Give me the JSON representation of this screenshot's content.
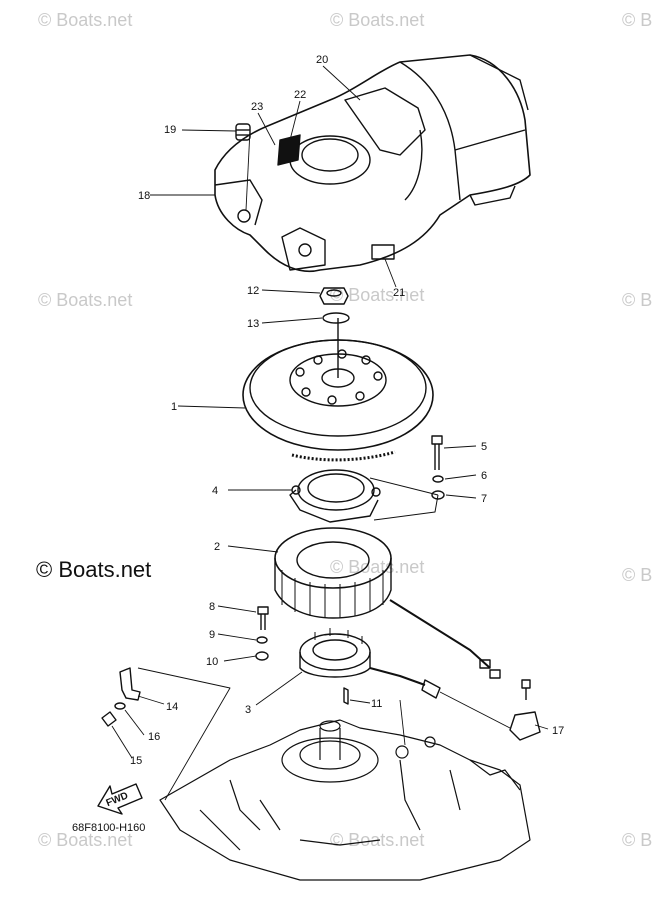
{
  "watermarks": {
    "top_left": "© Boats.net",
    "top_center": "© Boats.net",
    "top_right": "© B",
    "mid_left": "© Boats.net",
    "mid_center": "© Boats.net",
    "mid_right": "© B",
    "main": "© Boats.net",
    "lower_center": "© Boats.net",
    "lower_right": "© B",
    "bottom_left": "© Boats.net",
    "bottom_center": "© Boats.net",
    "bottom_right": "© B"
  },
  "diagram_code": "68F8100-H160",
  "fwd_label": "FWD",
  "callouts": [
    "1",
    "2",
    "3",
    "4",
    "5",
    "6",
    "7",
    "8",
    "9",
    "10",
    "11",
    "12",
    "13",
    "14",
    "15",
    "16",
    "17",
    "18",
    "19",
    "20",
    "21",
    "22",
    "23"
  ]
}
